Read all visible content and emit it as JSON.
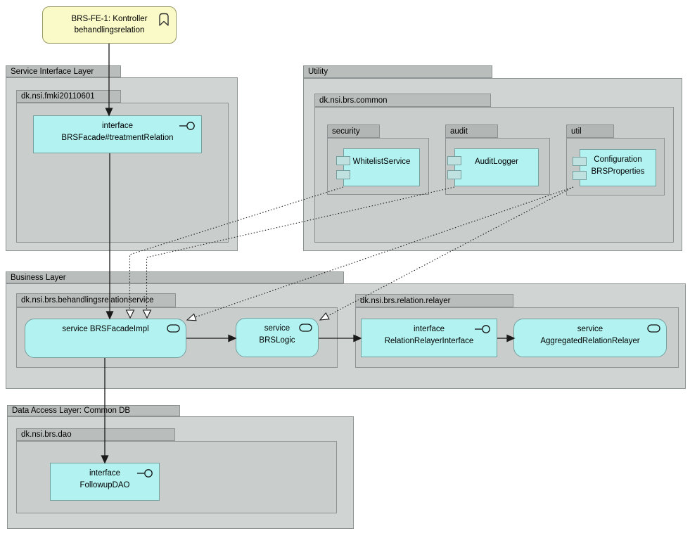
{
  "note": {
    "line1": "BRS-FE-1: Kontroller",
    "line2": "behandlingsrelation",
    "icon": "bookmark-icon"
  },
  "layers": {
    "service_interface": {
      "label": "Service Interface Layer",
      "package": {
        "label": "dk.nsi.fmki20110601",
        "component": {
          "kind": "interface",
          "line1": "interface",
          "line2": "BRSFacade#treatmentRelation"
        }
      }
    },
    "utility": {
      "label": "Utility",
      "package": {
        "label": "dk.nsi.brs.common",
        "subpackages": [
          {
            "label": "security",
            "component": {
              "line1": "WhitelistService",
              "line2": ""
            }
          },
          {
            "label": "audit",
            "component": {
              "line1": "AuditLogger",
              "line2": ""
            }
          },
          {
            "label": "util",
            "component": {
              "line1": "Configuration",
              "line2": "BRSProperties"
            }
          }
        ]
      }
    },
    "business": {
      "label": "Business Layer",
      "packages": [
        {
          "label": "dk.nsi.brs.behandlingsrelationservice",
          "components": [
            {
              "kind": "service",
              "line1": "service BRSFacadeImpl",
              "line2": ""
            },
            {
              "kind": "service",
              "line1": "service",
              "line2": "BRSLogic"
            }
          ]
        },
        {
          "label": "dk.nsi.brs.relation.relayer",
          "components": [
            {
              "kind": "interface",
              "line1": "interface",
              "line2": "RelationRelayerInterface"
            },
            {
              "kind": "service",
              "line1": "service",
              "line2": "AggregatedRelationRelayer"
            }
          ]
        }
      ]
    },
    "data_access": {
      "label": "Data Access Layer: Common DB",
      "package": {
        "label": "dk.nsi.brs.dao",
        "component": {
          "kind": "interface",
          "line1": "interface",
          "line2": "FollowupDAO"
        }
      }
    }
  },
  "connections": [
    {
      "from": "note",
      "to": "BRSFacade#treatmentRelation",
      "style": "solid-arrow"
    },
    {
      "from": "BRSFacade#treatmentRelation",
      "to": "BRSFacadeImpl",
      "style": "solid-arrow"
    },
    {
      "from": "BRSFacadeImpl",
      "to": "FollowupDAO",
      "style": "solid-arrow"
    },
    {
      "from": "BRSFacadeImpl",
      "to": "BRSLogic",
      "style": "solid-arrow"
    },
    {
      "from": "BRSLogic",
      "to": "RelationRelayerInterface",
      "style": "solid-arrow"
    },
    {
      "from": "RelationRelayerInterface",
      "to": "AggregatedRelationRelayer",
      "style": "solid-arrow"
    },
    {
      "from": "WhitelistService",
      "to": "BRSFacadeImpl",
      "style": "dotted-open-triangle"
    },
    {
      "from": "AuditLogger",
      "to": "BRSFacadeImpl",
      "style": "dotted-open-triangle"
    },
    {
      "from": "Configuration BRSProperties",
      "to": "BRSFacadeImpl",
      "style": "dotted-open-triangle"
    },
    {
      "from": "Configuration BRSProperties",
      "to": "BRSLogic",
      "style": "dotted-open-triangle"
    }
  ],
  "colors": {
    "component_fill": "#b2f3f1",
    "component_border": "#76a0a0",
    "package_tab": "#b9bdbc",
    "package_body": "#d0d4d3",
    "note_fill": "#fafac8",
    "line_color": "#1a1a1a"
  }
}
